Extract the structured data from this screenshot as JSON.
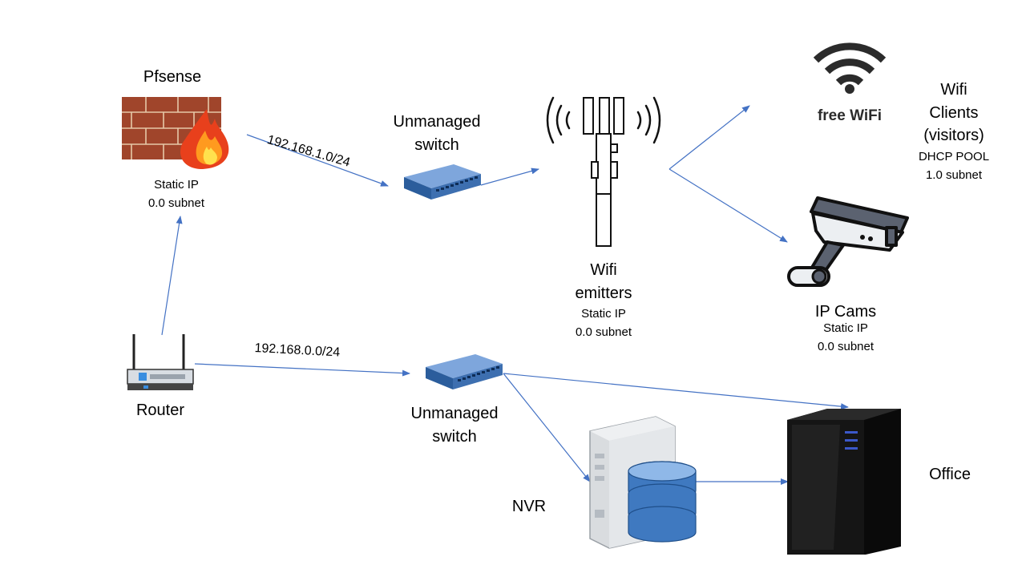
{
  "nodes": {
    "pfsense": {
      "title": "Pfsense",
      "line1": "Static IP",
      "line2": "0.0 subnet"
    },
    "switch_top": {
      "line1": "Unmanaged",
      "line2": "switch"
    },
    "switch_bottom": {
      "line1": "Unmanaged",
      "line2": "switch"
    },
    "wifi_emitters": {
      "line1": "Wifi",
      "line2": "emitters",
      "line3": "Static IP",
      "line4": "0.0 subnet"
    },
    "wifi_clients": {
      "badge": "free WiFi",
      "line1": "Wifi",
      "line2": "Clients",
      "line3": "(visitors)",
      "line4": "DHCP POOL",
      "line5": "1.0 subnet"
    },
    "ip_cams": {
      "title": "IP Cams",
      "line1": "Static IP",
      "line2": "0.0 subnet"
    },
    "router": {
      "title": "Router"
    },
    "nvr": {
      "title": "NVR"
    },
    "office": {
      "title": "Office"
    }
  },
  "links": {
    "pfsense_to_switch": "192.168.1.0/24",
    "router_to_switch": "192.168.0.0/24"
  },
  "colors": {
    "arrow": "#4472c4",
    "brick": "#a0452b",
    "switch_blue": "#3d6fb0",
    "pc_black": "#111111"
  }
}
